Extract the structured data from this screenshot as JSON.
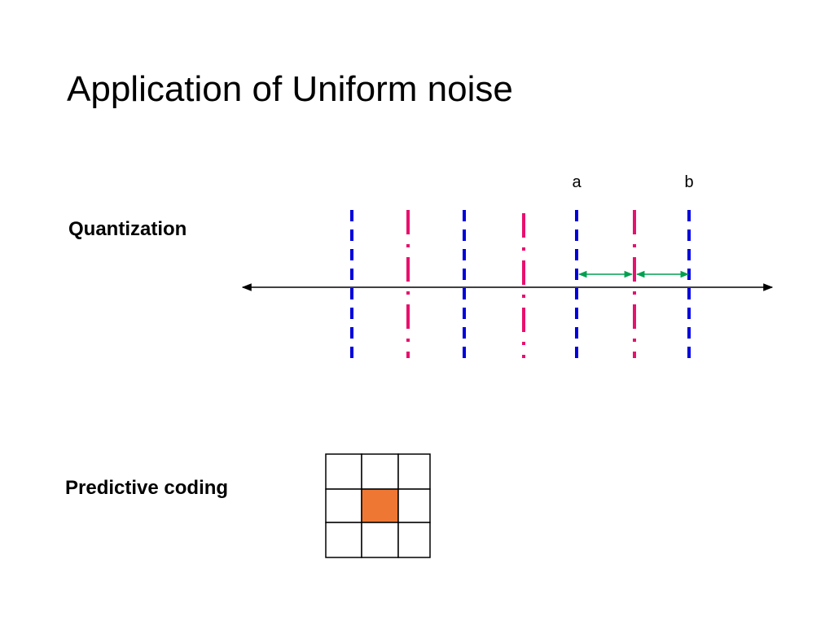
{
  "title": "Application of Uniform noise",
  "quantization": {
    "label": "Quantization",
    "point_a": "a",
    "point_b": "b"
  },
  "predictive": {
    "label": "Predictive coding",
    "grid_rows": 3,
    "grid_cols": 3,
    "highlight_cell": [
      1,
      1
    ]
  },
  "colors": {
    "reconstruction_levels": "#0000dd",
    "decision_boundaries": "#e8106e",
    "interval_arrows": "#00a050",
    "highlight_cell": "#ee7733",
    "axis": "#000000"
  }
}
